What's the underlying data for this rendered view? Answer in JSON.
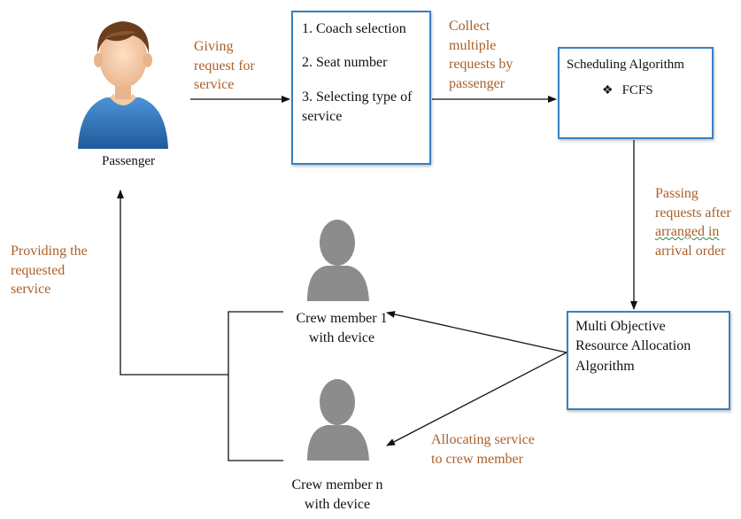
{
  "passenger": {
    "label": "Passenger"
  },
  "request_box": {
    "items": [
      "1. Coach selection",
      "2. Seat number",
      "3. Selecting type of service"
    ]
  },
  "scheduling_box": {
    "title": "Scheduling Algorithm",
    "bullet_symbol": "❖",
    "bullet": "FCFS"
  },
  "allocation_box": {
    "title": "Multi Objective Resource Allocation Algorithm"
  },
  "crew": [
    {
      "label_line1": "Crew member 1",
      "label_line2": "with device"
    },
    {
      "label_line1": "Crew member n",
      "label_line2": "with device"
    }
  ],
  "edge_labels": {
    "giving": [
      "Giving",
      "request for",
      "service"
    ],
    "collect": [
      "Collect",
      "multiple",
      "requests by",
      "passenger"
    ],
    "passing": [
      "Passing",
      "requests after",
      "arranged  in",
      "arrival order"
    ],
    "allocating": [
      "Allocating service",
      "to crew member"
    ],
    "providing": [
      "Providing the",
      "requested",
      "service"
    ]
  },
  "colors": {
    "box_border": "#3a7fc4",
    "label_orange": "#a9602a",
    "crew_gray": "#8c8c8c",
    "passenger_shirt": "#2f72b8",
    "passenger_hair": "#6b3d1f"
  }
}
